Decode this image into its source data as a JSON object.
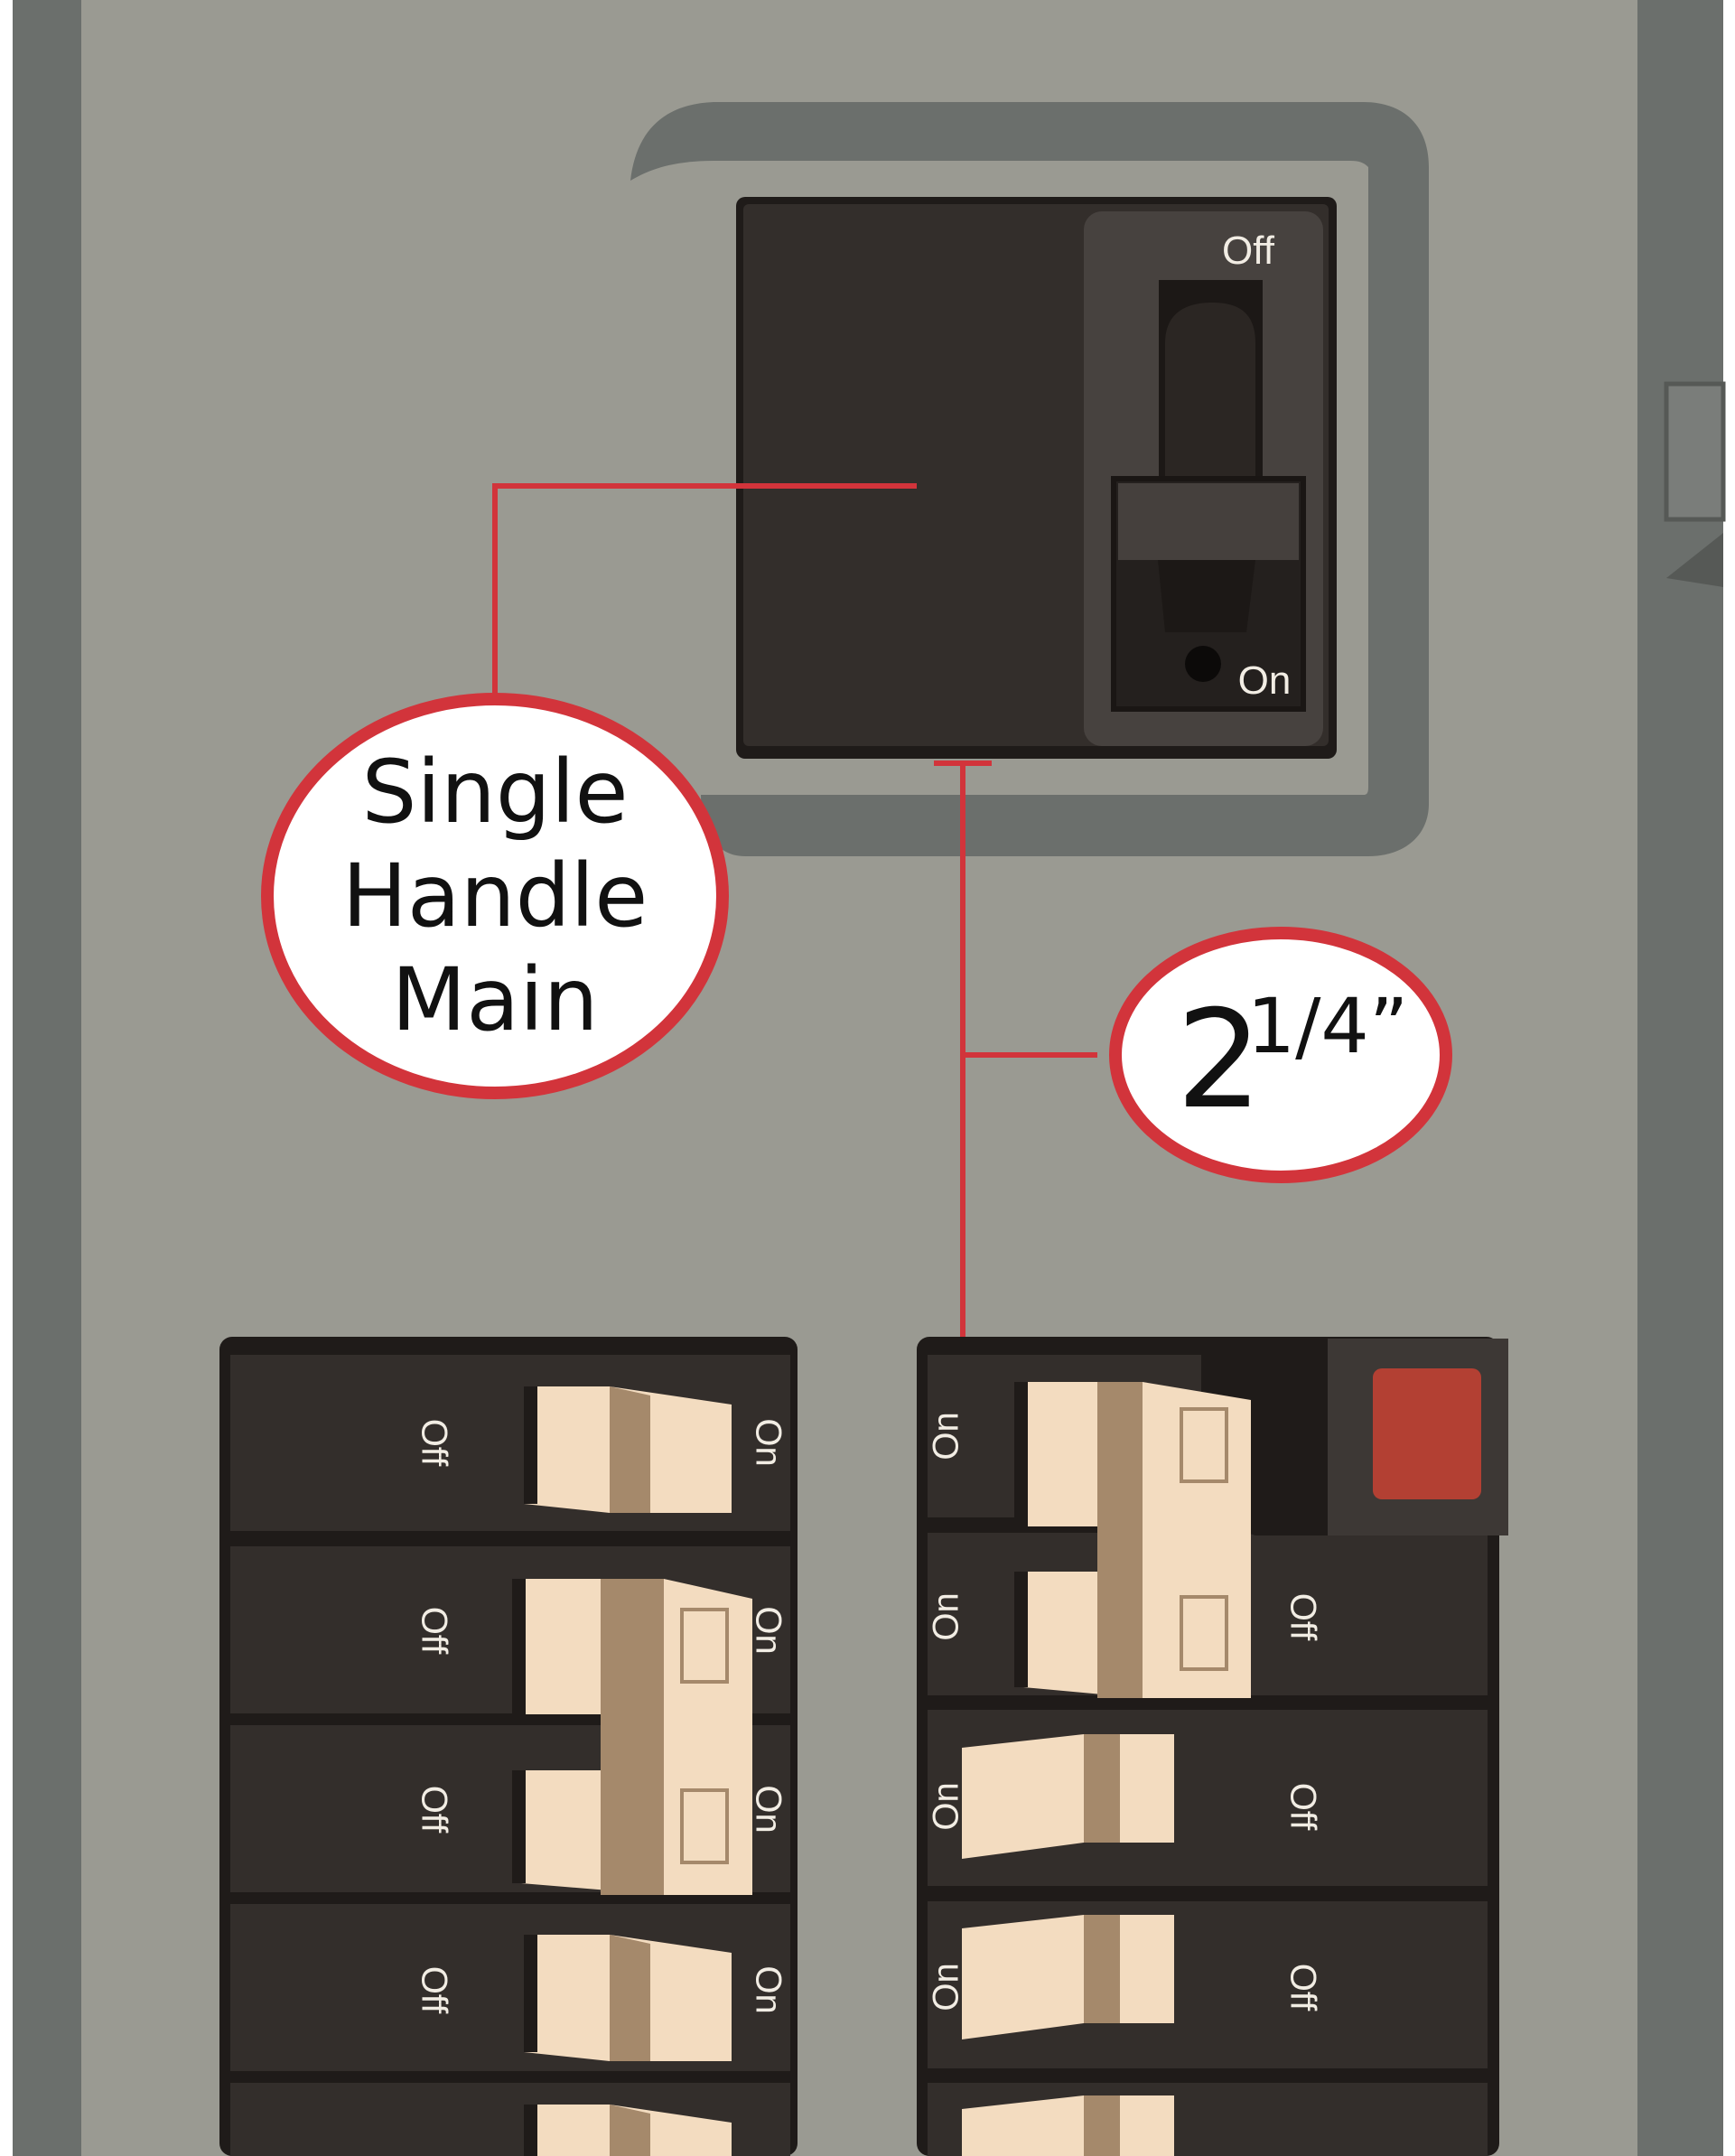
{
  "main_breaker": {
    "label_off": "Off",
    "label_on": "On"
  },
  "callouts": {
    "single_handle_main": [
      "Single",
      "Handle",
      "Main"
    ],
    "dimension_whole": "2",
    "dimension_fraction": "1/4”"
  },
  "left_column": [
    {
      "left_label": "Off",
      "right_label": "On"
    },
    {
      "left_label": "Off",
      "right_label": "On"
    },
    {
      "left_label": "Off",
      "right_label": "On"
    },
    {
      "left_label": "Off",
      "right_label": "On"
    }
  ],
  "right_column": [
    {
      "left_label": "On",
      "right_label": ""
    },
    {
      "left_label": "On",
      "right_label": "Off"
    },
    {
      "left_label": "On",
      "right_label": "Off"
    },
    {
      "left_label": "On",
      "right_label": "Off"
    }
  ],
  "colors": {
    "panel": "#9a9a92",
    "frame": "#6b6f6c",
    "breaker": "#332e2b",
    "handle_light": "#f3dcc0",
    "handle_shade": "#a5896b",
    "callout_red": "#d2343b",
    "indicator_red": "#b34033"
  }
}
